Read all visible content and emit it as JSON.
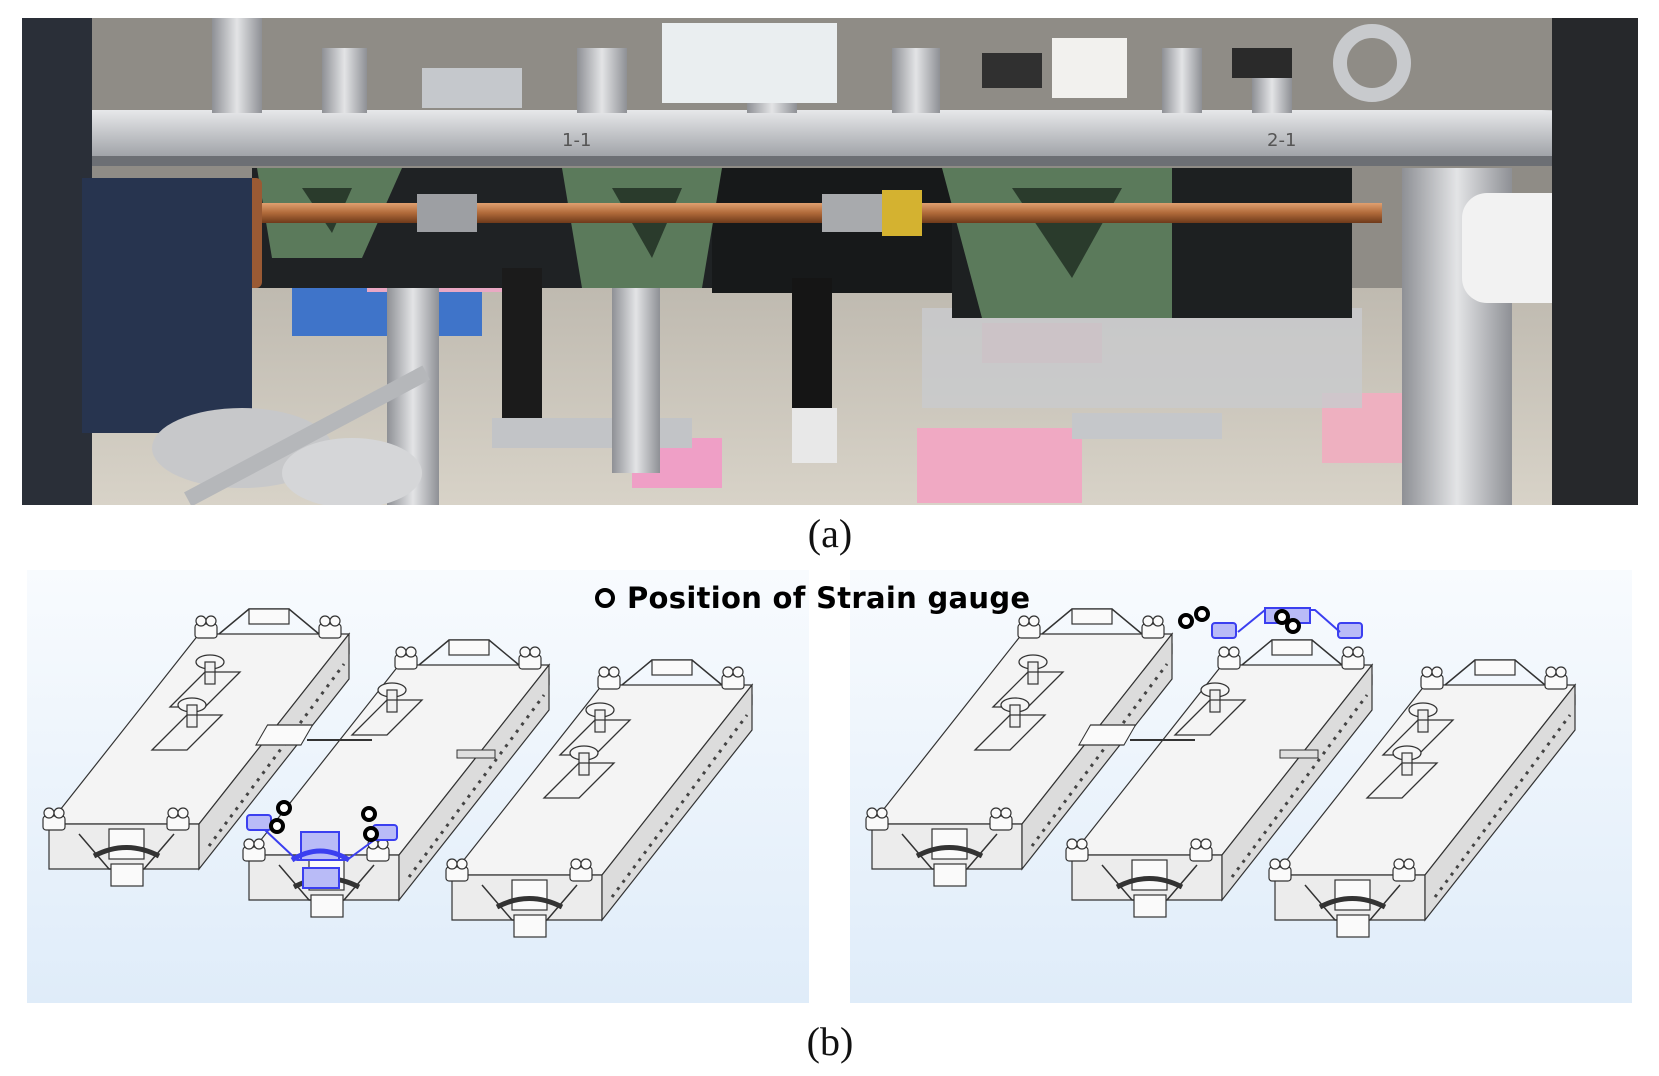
{
  "figure": {
    "panel_a_label": "(a)",
    "panel_b_label": "(b)",
    "legend": {
      "icon": "circle-marker-icon",
      "text": "Position of Strain gauge"
    }
  },
  "colors": {
    "highlight": "#3b3ff0",
    "gauge_marker": "#000000",
    "panel_bg_top": "#f8fbfe",
    "panel_bg_bottom": "#dfecf9",
    "support_frame": "#5f7f5f",
    "copper_pipe": "#b06a3a"
  },
  "photo_labels": {
    "mark_left": "1-1",
    "mark_right": "2-1"
  }
}
